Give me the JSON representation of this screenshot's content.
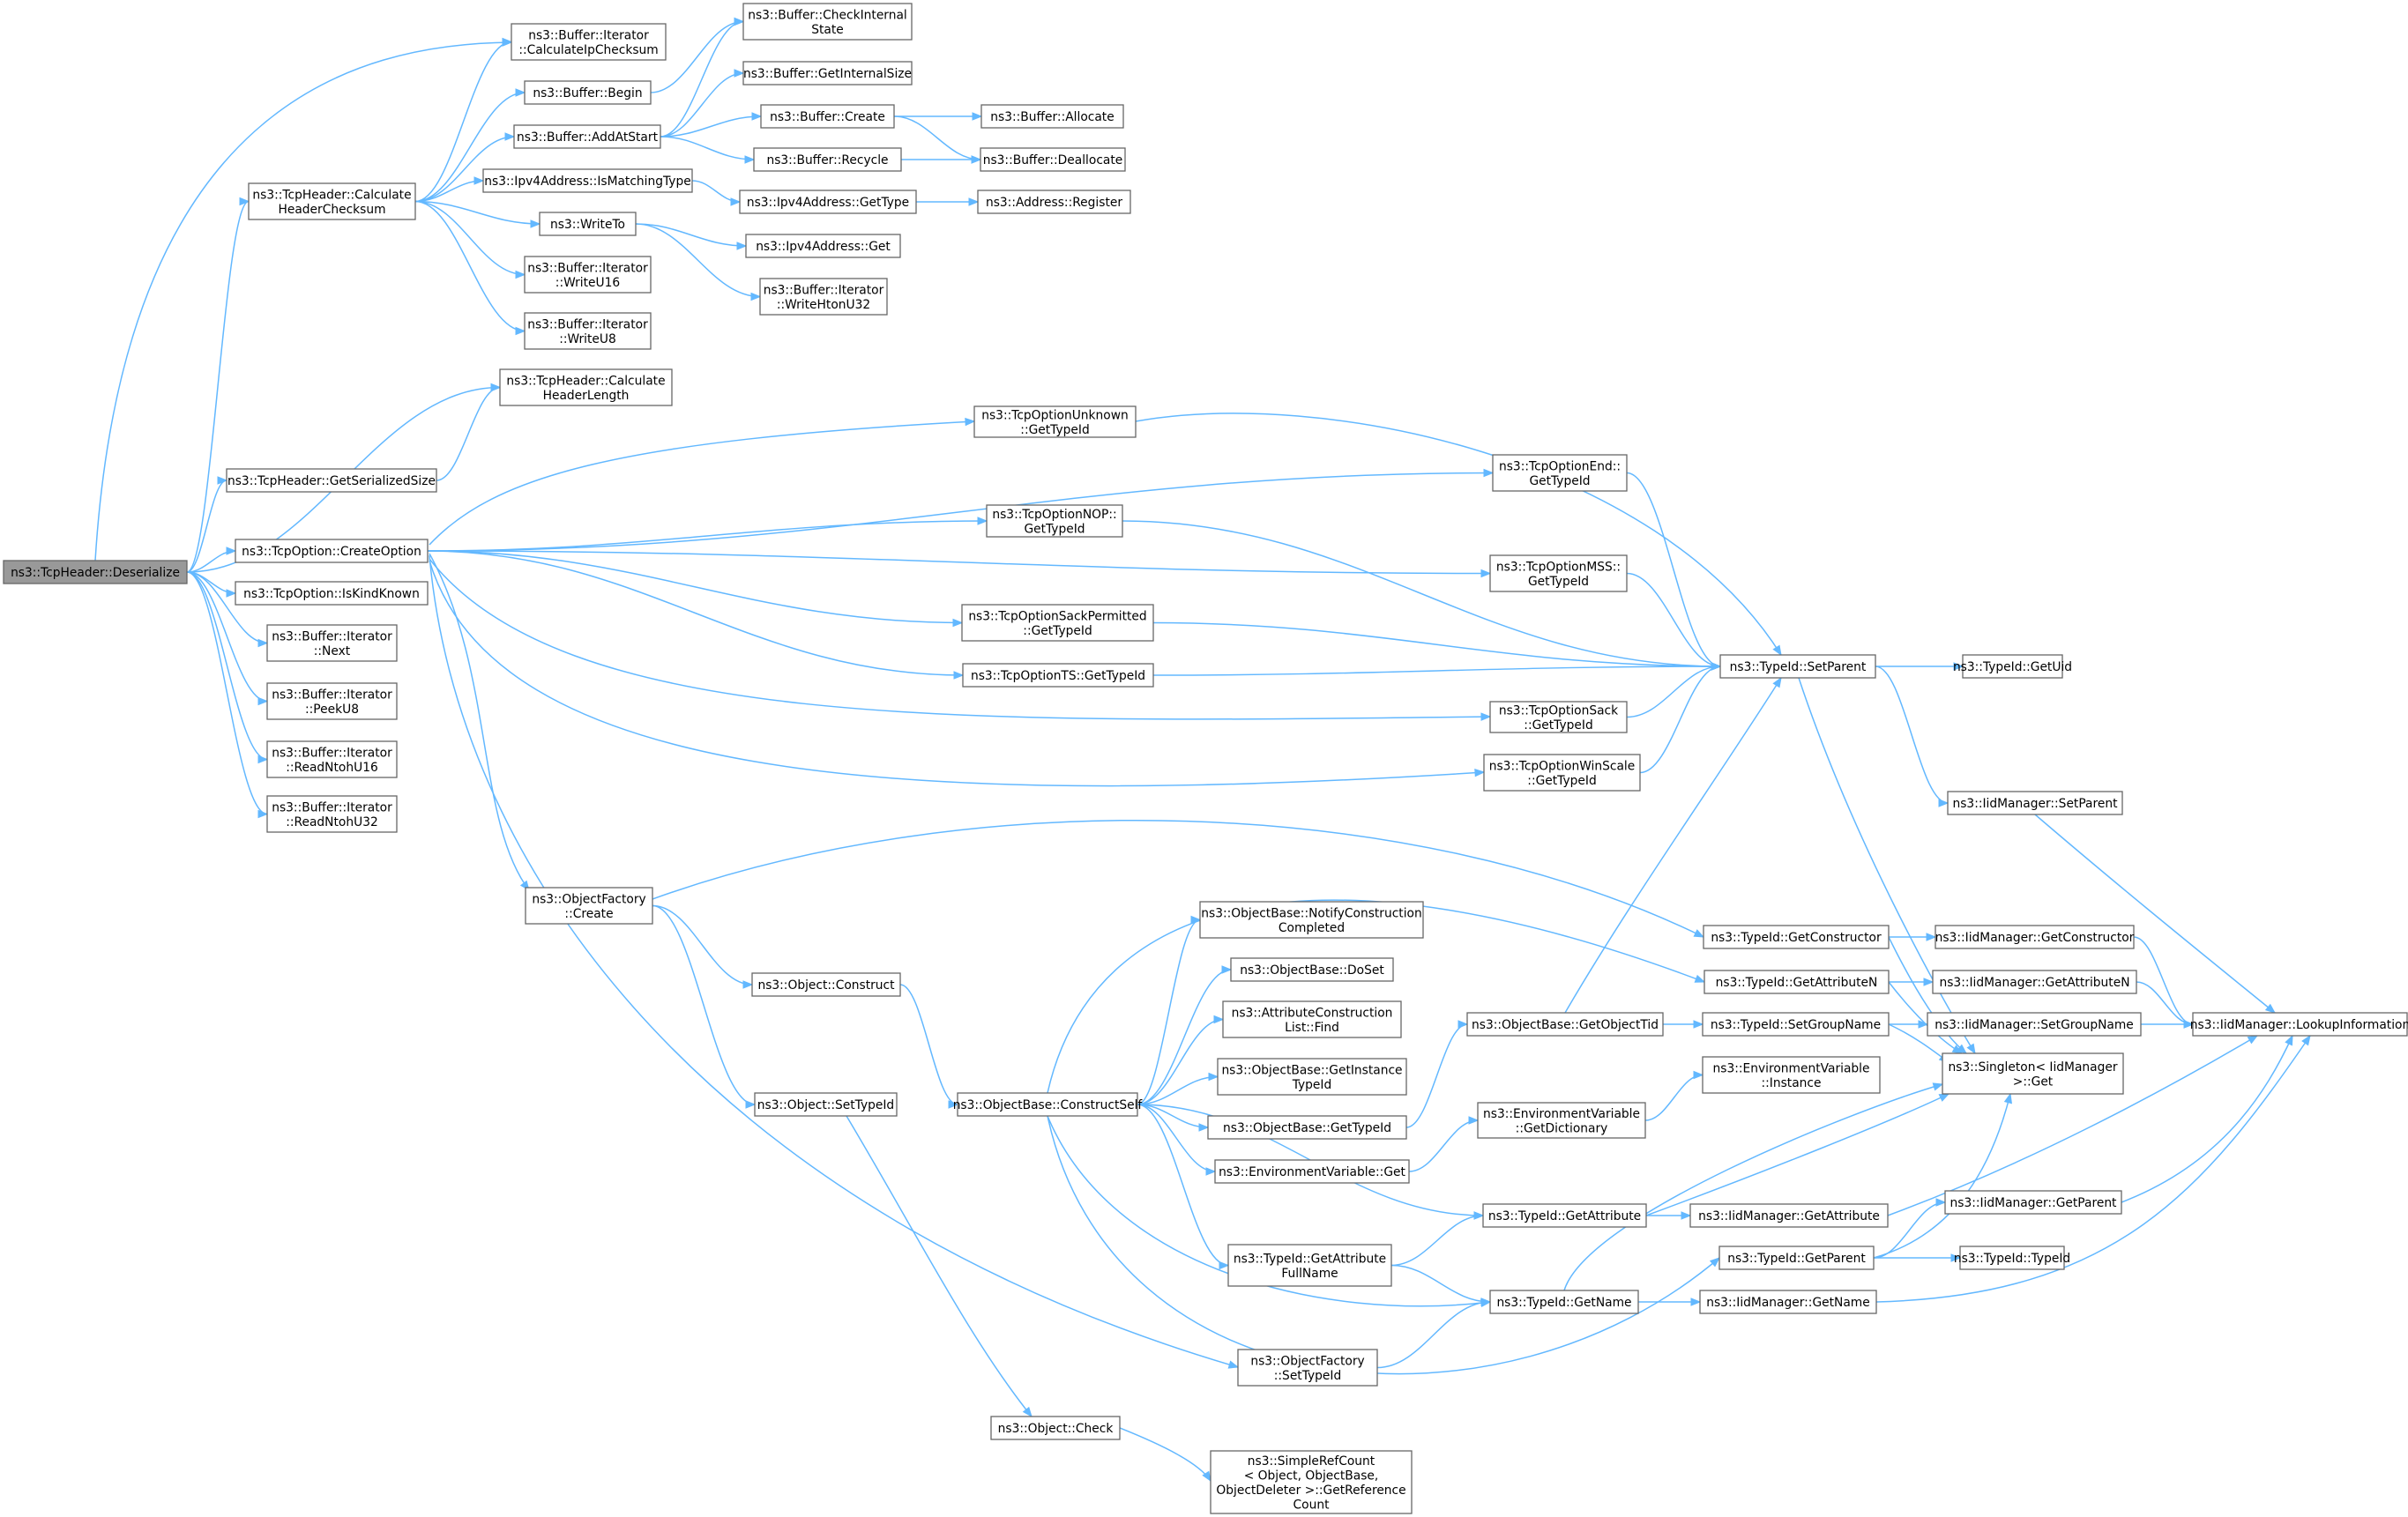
{
  "nodes": [
    {
      "id": "deser",
      "lines": [
        "ns3::TcpHeader::Deserialize"
      ],
      "root": true
    },
    {
      "id": "calcipcs",
      "lines": [
        "ns3::Buffer::Iterator",
        "::CalculateIpChecksum"
      ]
    },
    {
      "id": "chkint",
      "lines": [
        "ns3::Buffer::CheckInternal",
        "State"
      ]
    },
    {
      "id": "getint",
      "lines": [
        "ns3::Buffer::GetInternalSize"
      ]
    },
    {
      "id": "begin",
      "lines": [
        "ns3::Buffer::Begin"
      ]
    },
    {
      "id": "addatstart",
      "lines": [
        "ns3::Buffer::AddAtStart"
      ]
    },
    {
      "id": "bufcreate",
      "lines": [
        "ns3::Buffer::Create"
      ]
    },
    {
      "id": "bufalloc",
      "lines": [
        "ns3::Buffer::Allocate"
      ]
    },
    {
      "id": "recycle",
      "lines": [
        "ns3::Buffer::Recycle"
      ]
    },
    {
      "id": "dealloc",
      "lines": [
        "ns3::Buffer::Deallocate"
      ]
    },
    {
      "id": "calchcs",
      "lines": [
        "ns3::TcpHeader::Calculate",
        "HeaderChecksum"
      ]
    },
    {
      "id": "ismatch",
      "lines": [
        "ns3::Ipv4Address::IsMatchingType"
      ]
    },
    {
      "id": "gettype",
      "lines": [
        "ns3::Ipv4Address::GetType"
      ]
    },
    {
      "id": "addrreg",
      "lines": [
        "ns3::Address::Register"
      ]
    },
    {
      "id": "writeto",
      "lines": [
        "ns3::WriteTo"
      ]
    },
    {
      "id": "ipv4get",
      "lines": [
        "ns3::Ipv4Address::Get"
      ]
    },
    {
      "id": "writehton",
      "lines": [
        "ns3::Buffer::Iterator",
        "::WriteHtonU32"
      ]
    },
    {
      "id": "writeu16",
      "lines": [
        "ns3::Buffer::Iterator",
        "::WriteU16"
      ]
    },
    {
      "id": "writeu8",
      "lines": [
        "ns3::Buffer::Iterator",
        "::WriteU8"
      ]
    },
    {
      "id": "calchlen",
      "lines": [
        "ns3::TcpHeader::Calculate",
        "HeaderLength"
      ]
    },
    {
      "id": "unknown",
      "lines": [
        "ns3::TcpOptionUnknown",
        "::GetTypeId"
      ]
    },
    {
      "id": "getsersize",
      "lines": [
        "ns3::TcpHeader::GetSerializedSize"
      ]
    },
    {
      "id": "optend",
      "lines": [
        "ns3::TcpOptionEnd::",
        "GetTypeId"
      ]
    },
    {
      "id": "createopt",
      "lines": [
        "ns3::TcpOption::CreateOption"
      ]
    },
    {
      "id": "optnop",
      "lines": [
        "ns3::TcpOptionNOP::",
        "GetTypeId"
      ]
    },
    {
      "id": "iskind",
      "lines": [
        "ns3::TcpOption::IsKindKnown"
      ]
    },
    {
      "id": "optmss",
      "lines": [
        "ns3::TcpOptionMSS::",
        "GetTypeId"
      ]
    },
    {
      "id": "next",
      "lines": [
        "ns3::Buffer::Iterator",
        "::Next"
      ]
    },
    {
      "id": "sackperm",
      "lines": [
        "ns3::TcpOptionSackPermitted",
        "::GetTypeId"
      ]
    },
    {
      "id": "setparent",
      "lines": [
        "ns3::TypeId::SetParent"
      ]
    },
    {
      "id": "getuid",
      "lines": [
        "ns3::TypeId::GetUid"
      ]
    },
    {
      "id": "optts",
      "lines": [
        "ns3::TcpOptionTS::GetTypeId"
      ]
    },
    {
      "id": "peeku8",
      "lines": [
        "ns3::Buffer::Iterator",
        "::PeekU8"
      ]
    },
    {
      "id": "optsack",
      "lines": [
        "ns3::TcpOptionSack",
        "::GetTypeId"
      ]
    },
    {
      "id": "readu16",
      "lines": [
        "ns3::Buffer::Iterator",
        "::ReadNtohU16"
      ]
    },
    {
      "id": "optws",
      "lines": [
        "ns3::TcpOptionWinScale",
        "::GetTypeId"
      ]
    },
    {
      "id": "readu32",
      "lines": [
        "ns3::Buffer::Iterator",
        "::ReadNtohU32"
      ]
    },
    {
      "id": "iidsetparent",
      "lines": [
        "ns3::IidManager::SetParent"
      ]
    },
    {
      "id": "ofcreate",
      "lines": [
        "ns3::ObjectFactory",
        "::Create"
      ]
    },
    {
      "id": "notify",
      "lines": [
        "ns3::ObjectBase::NotifyConstruction",
        "Completed"
      ]
    },
    {
      "id": "getctor",
      "lines": [
        "ns3::TypeId::GetConstructor"
      ]
    },
    {
      "id": "iidgetctor",
      "lines": [
        "ns3::IidManager::GetConstructor"
      ]
    },
    {
      "id": "doset",
      "lines": [
        "ns3::ObjectBase::DoSet"
      ]
    },
    {
      "id": "construct",
      "lines": [
        "ns3::Object::Construct"
      ]
    },
    {
      "id": "getattrn",
      "lines": [
        "ns3::TypeId::GetAttributeN"
      ]
    },
    {
      "id": "iidgetattrn",
      "lines": [
        "ns3::IidManager::GetAttributeN"
      ]
    },
    {
      "id": "acfind",
      "lines": [
        "ns3::AttributeConstruction",
        "List::Find"
      ]
    },
    {
      "id": "getobjtid",
      "lines": [
        "ns3::ObjectBase::GetObjectTid"
      ]
    },
    {
      "id": "setgroup",
      "lines": [
        "ns3::TypeId::SetGroupName"
      ]
    },
    {
      "id": "iidsetgroup",
      "lines": [
        "ns3::IidManager::SetGroupName"
      ]
    },
    {
      "id": "lookup",
      "lines": [
        "ns3::IidManager::LookupInformation"
      ]
    },
    {
      "id": "getinsttid",
      "lines": [
        "ns3::ObjectBase::GetInstance",
        "TypeId"
      ]
    },
    {
      "id": "envinst",
      "lines": [
        "ns3::EnvironmentVariable",
        "::Instance"
      ]
    },
    {
      "id": "settypeid",
      "lines": [
        "ns3::Object::SetTypeId"
      ]
    },
    {
      "id": "constself",
      "lines": [
        "ns3::ObjectBase::ConstructSelf"
      ]
    },
    {
      "id": "singleton",
      "lines": [
        "ns3::Singleton< IidManager",
        ">::Get"
      ]
    },
    {
      "id": "obgettid",
      "lines": [
        "ns3::ObjectBase::GetTypeId"
      ]
    },
    {
      "id": "envdict",
      "lines": [
        "ns3::EnvironmentVariable",
        "::GetDictionary"
      ]
    },
    {
      "id": "envget",
      "lines": [
        "ns3::EnvironmentVariable::Get"
      ]
    },
    {
      "id": "iidgetparent",
      "lines": [
        "ns3::IidManager::GetParent"
      ]
    },
    {
      "id": "getattr",
      "lines": [
        "ns3::TypeId::GetAttribute"
      ]
    },
    {
      "id": "iidgetattr",
      "lines": [
        "ns3::IidManager::GetAttribute"
      ]
    },
    {
      "id": "tidgetparent",
      "lines": [
        "ns3::TypeId::GetParent"
      ]
    },
    {
      "id": "tidtid",
      "lines": [
        "ns3::TypeId::TypeId"
      ]
    },
    {
      "id": "getattrfull",
      "lines": [
        "ns3::TypeId::GetAttribute",
        "FullName"
      ]
    },
    {
      "id": "getname",
      "lines": [
        "ns3::TypeId::GetName"
      ]
    },
    {
      "id": "iidgetname",
      "lines": [
        "ns3::IidManager::GetName"
      ]
    },
    {
      "id": "ofsettid",
      "lines": [
        "ns3::ObjectFactory",
        "::SetTypeId"
      ]
    },
    {
      "id": "check",
      "lines": [
        "ns3::Object::Check"
      ]
    },
    {
      "id": "refcount",
      "lines": [
        "ns3::SimpleRefCount",
        "< Object, ObjectBase,",
        "ObjectDeleter >::GetReference",
        "Count"
      ]
    }
  ],
  "edges": [
    [
      "deser",
      "calcipcs"
    ],
    [
      "deser",
      "calchcs"
    ],
    [
      "deser",
      "calchlen"
    ],
    [
      "deser",
      "getsersize"
    ],
    [
      "deser",
      "createopt"
    ],
    [
      "deser",
      "iskind"
    ],
    [
      "deser",
      "next"
    ],
    [
      "deser",
      "peeku8"
    ],
    [
      "deser",
      "readu16"
    ],
    [
      "deser",
      "readu32"
    ],
    [
      "calchcs",
      "calcipcs"
    ],
    [
      "calchcs",
      "begin"
    ],
    [
      "calchcs",
      "addatstart"
    ],
    [
      "calchcs",
      "ismatch"
    ],
    [
      "calchcs",
      "writeto"
    ],
    [
      "calchcs",
      "writeu16"
    ],
    [
      "calchcs",
      "writeu8"
    ],
    [
      "begin",
      "chkint"
    ],
    [
      "addatstart",
      "chkint"
    ],
    [
      "addatstart",
      "getint"
    ],
    [
      "addatstart",
      "bufcreate"
    ],
    [
      "addatstart",
      "recycle"
    ],
    [
      "bufcreate",
      "bufalloc"
    ],
    [
      "bufcreate",
      "dealloc"
    ],
    [
      "recycle",
      "dealloc"
    ],
    [
      "ismatch",
      "gettype"
    ],
    [
      "gettype",
      "addrreg"
    ],
    [
      "writeto",
      "ipv4get"
    ],
    [
      "writeto",
      "writehton"
    ],
    [
      "getsersize",
      "calchlen"
    ],
    [
      "createopt",
      "unknown"
    ],
    [
      "createopt",
      "optend"
    ],
    [
      "createopt",
      "optnop"
    ],
    [
      "createopt",
      "optmss"
    ],
    [
      "createopt",
      "sackperm"
    ],
    [
      "createopt",
      "optts"
    ],
    [
      "createopt",
      "optsack"
    ],
    [
      "createopt",
      "optws"
    ],
    [
      "createopt",
      "ofcreate"
    ],
    [
      "createopt",
      "ofsettid"
    ],
    [
      "unknown",
      "setparent"
    ],
    [
      "optend",
      "setparent"
    ],
    [
      "optnop",
      "setparent"
    ],
    [
      "optmss",
      "setparent"
    ],
    [
      "sackperm",
      "setparent"
    ],
    [
      "optts",
      "setparent"
    ],
    [
      "optsack",
      "setparent"
    ],
    [
      "optws",
      "setparent"
    ],
    [
      "setparent",
      "getuid"
    ],
    [
      "setparent",
      "iidsetparent"
    ],
    [
      "setparent",
      "singleton"
    ],
    [
      "iidsetparent",
      "lookup"
    ],
    [
      "ofcreate",
      "getctor"
    ],
    [
      "ofcreate",
      "construct"
    ],
    [
      "ofcreate",
      "settypeid"
    ],
    [
      "construct",
      "constself"
    ],
    [
      "settypeid",
      "check"
    ],
    [
      "check",
      "refcount"
    ],
    [
      "getctor",
      "iidgetctor"
    ],
    [
      "getctor",
      "singleton"
    ],
    [
      "iidgetctor",
      "lookup"
    ],
    [
      "constself",
      "notify"
    ],
    [
      "constself",
      "doset"
    ],
    [
      "constself",
      "acfind"
    ],
    [
      "constself",
      "getinsttid"
    ],
    [
      "constself",
      "obgettid"
    ],
    [
      "constself",
      "envget"
    ],
    [
      "constself",
      "getattrn"
    ],
    [
      "constself",
      "getattr"
    ],
    [
      "constself",
      "getattrfull"
    ],
    [
      "constself",
      "getname"
    ],
    [
      "constself",
      "tidgetparent"
    ],
    [
      "getattrn",
      "iidgetattrn"
    ],
    [
      "getattrn",
      "singleton"
    ],
    [
      "iidgetattrn",
      "lookup"
    ],
    [
      "obgettid",
      "getobjtid"
    ],
    [
      "getobjtid",
      "setparent"
    ],
    [
      "getobjtid",
      "setgroup"
    ],
    [
      "setgroup",
      "iidsetgroup"
    ],
    [
      "setgroup",
      "singleton"
    ],
    [
      "iidsetgroup",
      "lookup"
    ],
    [
      "envget",
      "envdict"
    ],
    [
      "envdict",
      "envinst"
    ],
    [
      "getattr",
      "iidgetattr"
    ],
    [
      "getattr",
      "singleton"
    ],
    [
      "iidgetattr",
      "lookup"
    ],
    [
      "getattrfull",
      "getattr"
    ],
    [
      "getattrfull",
      "getname"
    ],
    [
      "getname",
      "iidgetname"
    ],
    [
      "getname",
      "singleton"
    ],
    [
      "iidgetname",
      "lookup"
    ],
    [
      "tidgetparent",
      "iidgetparent"
    ],
    [
      "tidgetparent",
      "tidtid"
    ],
    [
      "tidgetparent",
      "singleton"
    ],
    [
      "iidgetparent",
      "lookup"
    ],
    [
      "ofsettid",
      "getname"
    ]
  ]
}
